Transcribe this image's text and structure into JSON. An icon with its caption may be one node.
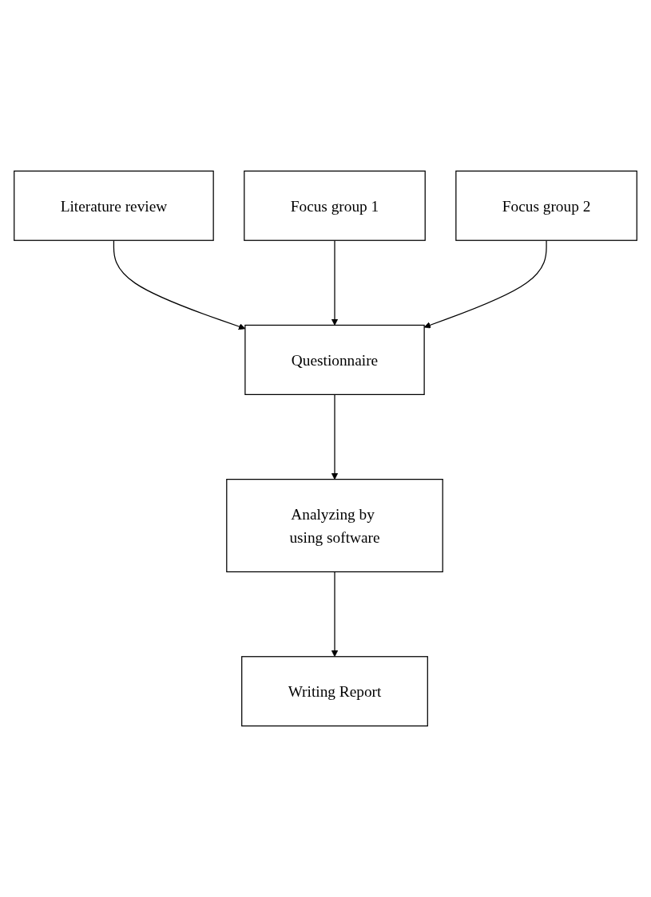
{
  "diagram": {
    "nodes": [
      {
        "text": [
          "Literature review"
        ]
      },
      {
        "text": [
          "Focus group 1"
        ]
      },
      {
        "text": [
          "Focus group 2"
        ]
      },
      {
        "text": [
          "Questionnaire"
        ]
      },
      {
        "text": [
          "Analyzing by using software"
        ]
      },
      {
        "text": [
          "Writing Report"
        ]
      }
    ],
    "edges": [
      {
        "from": 0,
        "to": 3,
        "arrow": "to"
      },
      {
        "from": 1,
        "to": 3,
        "arrow": "to"
      },
      {
        "from": 2,
        "to": 3,
        "arrow": "to"
      },
      {
        "from": 3,
        "to": 4,
        "arrow": "to"
      },
      {
        "from": 4,
        "to": 5,
        "arrow": "to"
      }
    ]
  }
}
